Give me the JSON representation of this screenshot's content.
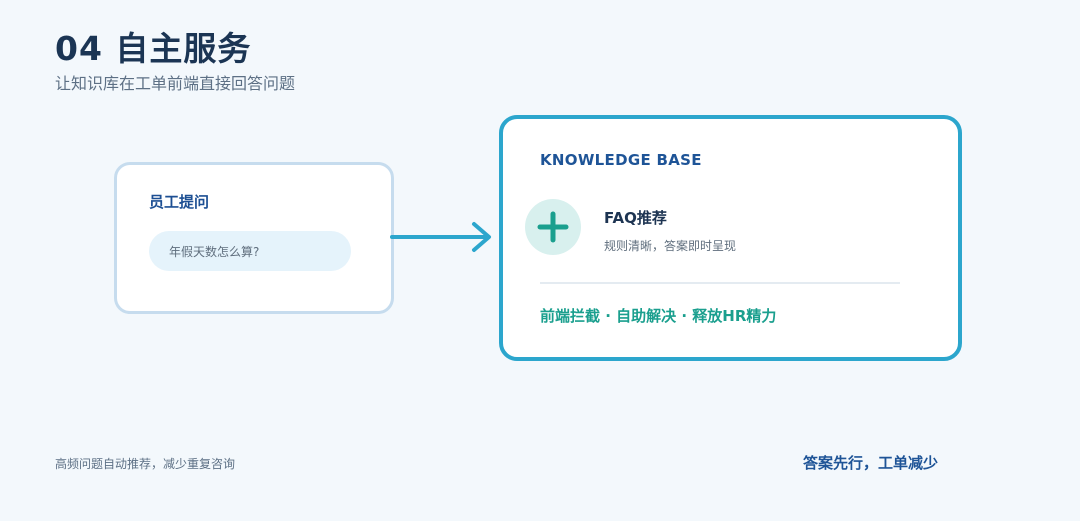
{
  "header": {
    "title": "04 自主服务",
    "subtitle": "让知识库在工单前端直接回答问题"
  },
  "question_card": {
    "label": "员工提问",
    "question": "年假天数怎么算?"
  },
  "knowledge_card": {
    "title": "KNOWLEDGE BASE",
    "icon": "plus-icon",
    "faq_title": "FAQ推荐",
    "faq_desc": "规则清晰，答案即时呈现",
    "benefits": "前端拦截 · 自助解决 · 释放HR精力"
  },
  "footer": {
    "left": "高频问题自动推荐，减少重复咨询",
    "right": "答案先行，工单减少"
  },
  "colors": {
    "background": "#f3f8fc",
    "accent_blue": "#2ca6cd",
    "accent_teal": "#1a9f8e",
    "navy": "#1e5497"
  }
}
